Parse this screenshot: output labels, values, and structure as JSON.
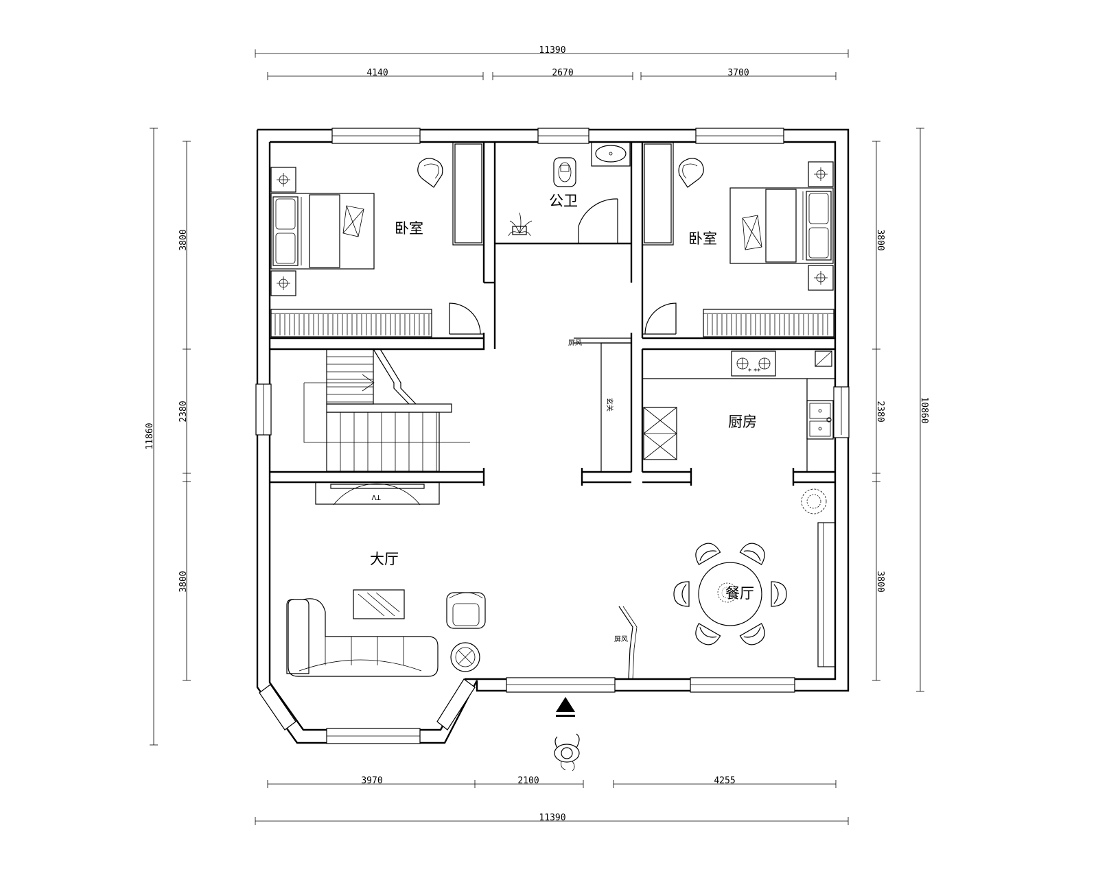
{
  "colors": {
    "line": "#000000",
    "background": "#ffffff"
  },
  "dimensions": {
    "top_total": "11390",
    "top_segments": [
      "4140",
      "2670",
      "3700"
    ],
    "bottom_total": "11390",
    "bottom_segments": [
      "3970",
      "2100",
      "4255"
    ],
    "left_total": "11860",
    "left_segments": [
      "3800",
      "2380",
      "3800"
    ],
    "right_total": "10860",
    "right_segments": [
      "3800",
      "2380",
      "3800"
    ]
  },
  "rooms": {
    "bedroom_left": "卧室",
    "bathroom": "公卫",
    "bedroom_right": "卧室",
    "kitchen": "厨房",
    "hall": "大厅",
    "dining": "餐厅",
    "foyer": "玄关",
    "screen_top": "屏风",
    "screen_bottom": "屏风",
    "tv": "TV"
  },
  "icons": [
    "entrance-arrow-icon",
    "person-icon",
    "plant-icon"
  ]
}
